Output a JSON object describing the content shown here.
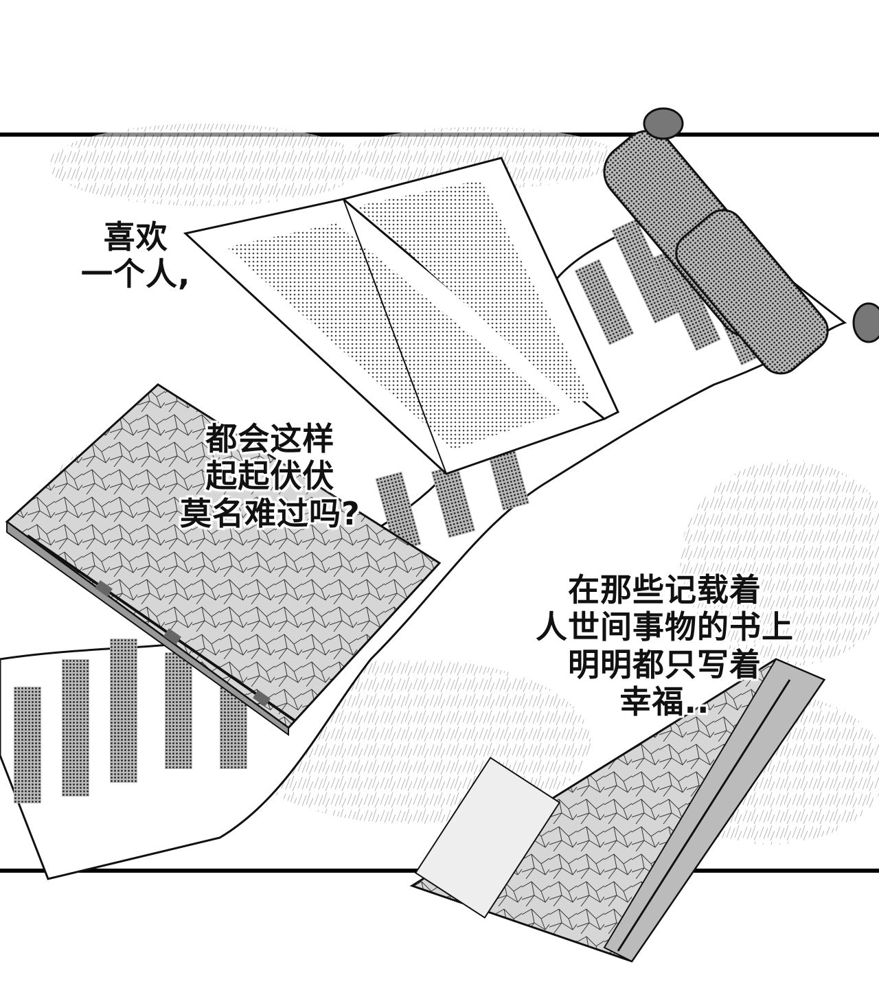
{
  "captions": {
    "top_left": {
      "lines": [
        "喜欢",
        "一个人,"
      ]
    },
    "middle_left": {
      "lines": [
        "都会这样",
        "起起伏伏",
        "莫名难过吗?"
      ]
    },
    "bottom_right": {
      "lines": [
        "在那些记载着",
        "人世间事物的书上",
        "明明都只写着",
        "幸福.."
      ]
    }
  },
  "illustration": {
    "subject": "books-and-scroll-icon",
    "palette": {
      "ink": "#111111",
      "paper": "#ffffff",
      "tone": "#8a8a8a"
    }
  }
}
